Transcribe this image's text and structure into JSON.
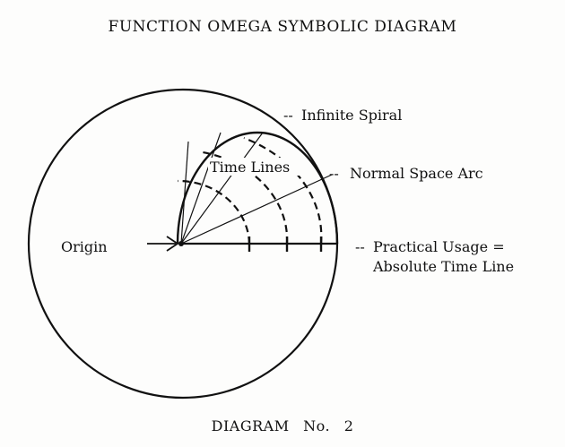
{
  "header": {
    "title": "FUNCTION OMEGA SYMBOLIC DIAGRAM"
  },
  "diagram": {
    "labels": {
      "infinite_spiral": "Infinite Spiral",
      "time_lines": "Time Lines",
      "normal_space_arc": "Normal Space Arc",
      "origin": "Origin",
      "practical_usage_line1": "Practical Usage =",
      "practical_usage_line2": "Absolute Time Line"
    },
    "leaders": {
      "infinite_spiral": "--",
      "normal_space_arc": "--",
      "practical_usage": "--"
    },
    "ink_color": "#111111",
    "background_color": "#fdfdfc"
  },
  "footer": {
    "caption": "DIAGRAM  No. 2"
  }
}
